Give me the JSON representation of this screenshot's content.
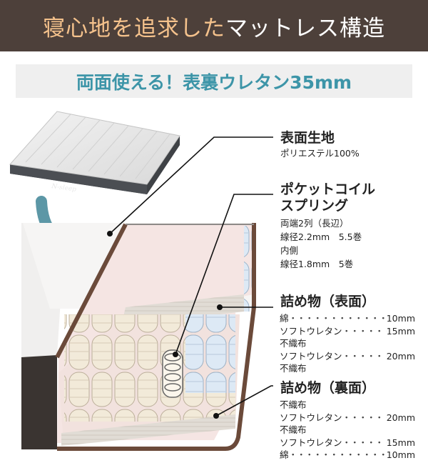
{
  "header": {
    "highlight": "寝心地を追求した",
    "rest": "マットレス構造"
  },
  "subheading": "両面使える！表裏ウレタン35mm",
  "brand_tag": "N-sleep",
  "colors": {
    "header_bg": "#4d403a",
    "highlight": "#f5c28c",
    "accent": "#3d95a8",
    "arrow": "#5c97a6"
  },
  "labels": {
    "surface": {
      "title": "表面生地",
      "desc": "ポリエステル100%"
    },
    "coil": {
      "title1": "ポケットコイル",
      "title2": "スプリング",
      "lines": [
        "両端2列（長辺）",
        "線径2.2mm　5.5巻",
        "内側",
        "線径1.8mm　5巻"
      ]
    },
    "fill_top": {
      "title": "詰め物（表面）",
      "rows": [
        {
          "name": "綿",
          "value": "10mm"
        },
        {
          "name": "ソフトウレタン",
          "value": "15mm"
        },
        {
          "name": "不織布",
          "value": ""
        },
        {
          "name": "ソフトウレタン",
          "value": "20mm"
        },
        {
          "name": "不織布",
          "value": ""
        }
      ]
    },
    "fill_bottom": {
      "title": "詰め物（裏面）",
      "rows": [
        {
          "name": "不織布",
          "value": ""
        },
        {
          "name": "ソフトウレタン",
          "value": "20mm"
        },
        {
          "name": "不織布",
          "value": ""
        },
        {
          "name": "ソフトウレタン",
          "value": "15mm"
        },
        {
          "name": "綿",
          "value": "10mm"
        }
      ]
    }
  }
}
